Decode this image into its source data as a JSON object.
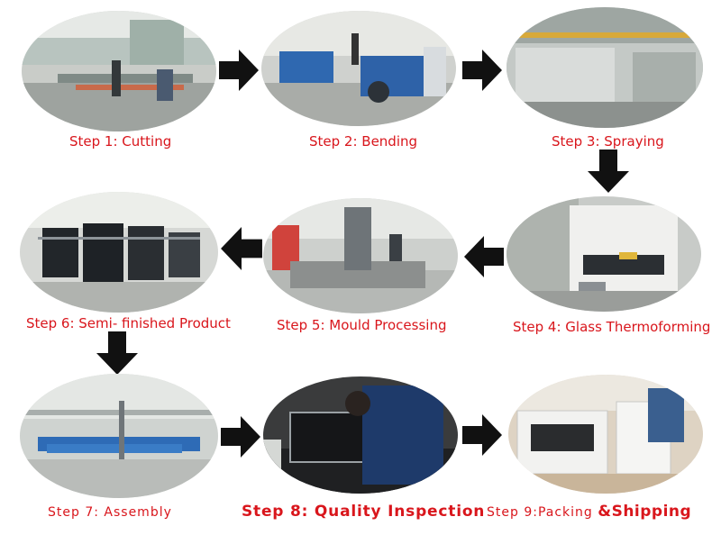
{
  "steps": [
    {
      "caption": "Step 1: Cutting"
    },
    {
      "caption": "Step 2: Bending"
    },
    {
      "caption": "Step 3: Spraying"
    },
    {
      "caption": "Step 4: Glass Thermoforming"
    },
    {
      "caption": "Step 5: Mould Processing"
    },
    {
      "caption": "Step 6: Semi- finished Product"
    },
    {
      "caption": "Step 7: Assembly"
    },
    {
      "caption": "Step 8: Quality Inspection"
    },
    {
      "caption_part1": "Step 9:Packing ",
      "caption_part2": "&Shipping"
    }
  ],
  "colors": {
    "caption": "#d9161c",
    "arrow": "#111111"
  },
  "icons": [
    "arrow-right-icon",
    "arrow-down-icon",
    "arrow-left-icon"
  ]
}
